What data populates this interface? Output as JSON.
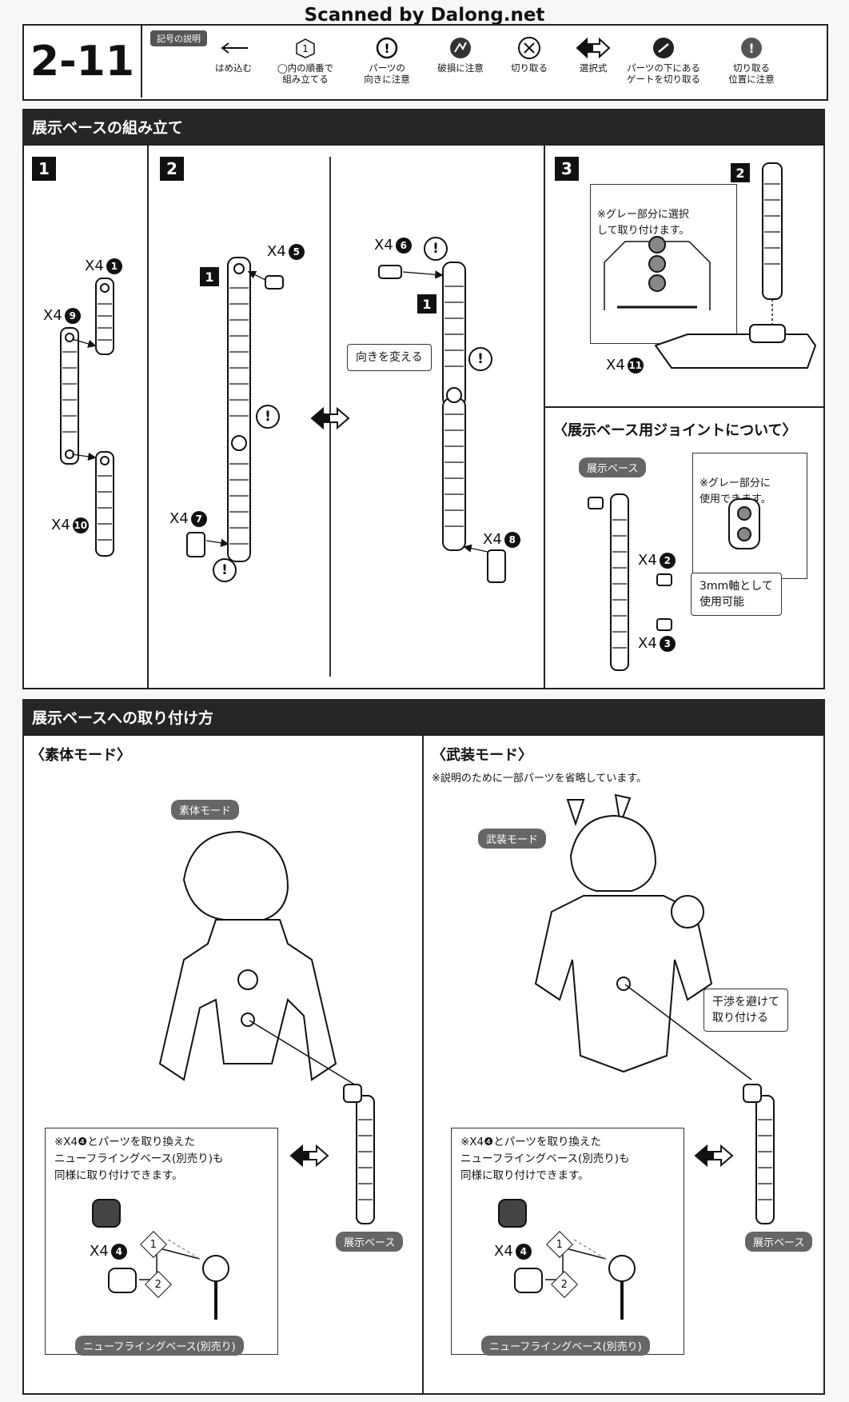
{
  "watermark": "Scanned by Dalong.net",
  "header": {
    "step": "2-11",
    "legend_title": "記号の説明",
    "legend": [
      {
        "icon": "arrow-left-icon",
        "label": "はめ込む"
      },
      {
        "icon": "circled-number-icon",
        "label": "◯内の順番で\n組み立てる"
      },
      {
        "icon": "exclamation-icon",
        "label": "パーツの\n向きに注意"
      },
      {
        "icon": "broken-part-icon",
        "label": "破損に注意"
      },
      {
        "icon": "scissors-icon",
        "label": "切り取る"
      },
      {
        "icon": "double-arrow-icon",
        "label": "選択式"
      },
      {
        "icon": "gate-cut-icon",
        "label": "パーツの下にある\nゲートを切り取る"
      },
      {
        "icon": "cut-position-icon",
        "label": "切り取る\n位置に注意"
      }
    ]
  },
  "section1": {
    "title": "展示ベースの組み立て",
    "step1": {
      "num": "1",
      "q1": "X4",
      "n1": "1",
      "q9": "X4",
      "n9": "9",
      "q10": "X4",
      "n10": "10"
    },
    "step2": {
      "num": "2",
      "ref1": "1",
      "q5": "X4",
      "n5": "5",
      "q7": "X4",
      "n7": "7",
      "alt_ref": "1",
      "q6": "X4",
      "n6": "6",
      "q8": "X4",
      "n8": "8",
      "callout": "向きを変える"
    },
    "step3": {
      "num": "3",
      "ref2": "2",
      "note": "※グレー部分に選択\nして取り付けます。",
      "q11": "X4",
      "n11": "11"
    },
    "joint": {
      "title": "〈展示ベース用ジョイントについて〉",
      "tag": "展示ベース",
      "note": "※グレー部分に\n使用できます。",
      "q2": "X4",
      "n2": "2",
      "q3": "X4",
      "n3": "3",
      "callout": "3mm軸として\n使用可能"
    }
  },
  "section2": {
    "title": "展示ベースへの取り付け方",
    "left": {
      "subtitle": "〈素体モード〉",
      "figure_tag": "素体モード",
      "note": "※X4❹とパーツを取り換えた\nニューフライングベース(別売り)も\n同様に取り付けできます。",
      "q4": "X4",
      "n4": "4",
      "step1": "1",
      "step2": "2",
      "base_tag": "展示ベース",
      "product_tag": "ニューフライングベース(別売り)"
    },
    "right": {
      "subtitle": "〈武装モード〉",
      "subnote": "※説明のために一部パーツを省略しています。",
      "figure_tag": "武装モード",
      "callout": "干渉を避けて\n取り付ける",
      "note": "※X4❹とパーツを取り換えた\nニューフライングベース(別売り)も\n同様に取り付けできます。",
      "q4": "X4",
      "n4": "4",
      "step1": "1",
      "step2": "2",
      "base_tag": "展示ベース",
      "product_tag": "ニューフライングベース(別売り)"
    }
  }
}
